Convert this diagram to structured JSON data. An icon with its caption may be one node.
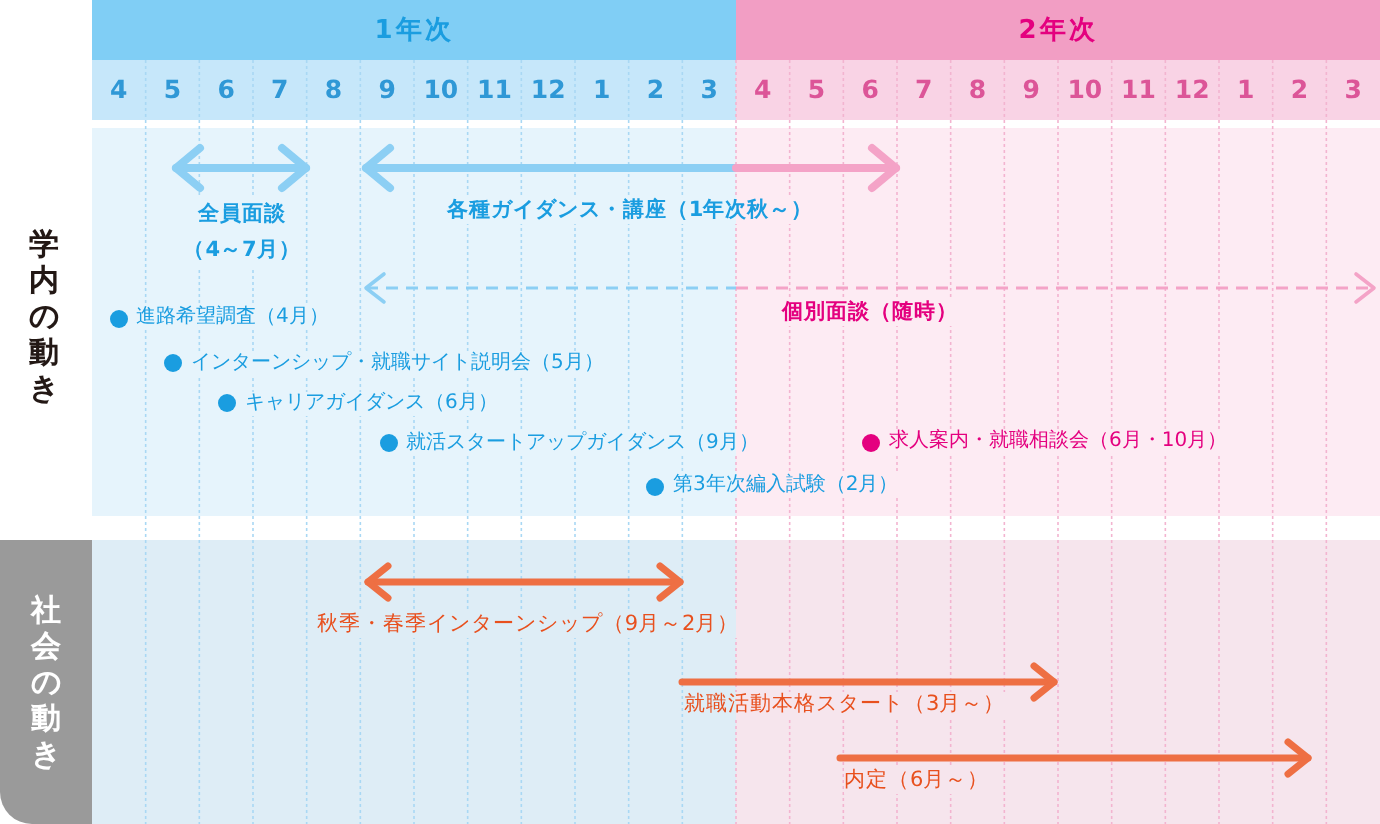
{
  "diagram": {
    "nodes": [
      {
        "text": [
          "1年次"
        ]
      },
      {
        "text": [
          "2年次"
        ]
      },
      {
        "text": [
          "社会の動き"
        ]
      }
    ],
    "labels": [
      "4",
      "5",
      "6",
      "7",
      "8",
      "9",
      "10",
      "11",
      "12",
      "1",
      "2",
      "3",
      "4",
      "5",
      "6",
      "7",
      "8",
      "9",
      "10",
      "11",
      "12",
      "1",
      "2",
      "3",
      "学内の動き",
      "全員面談（4～7月）",
      "各種ガイダンス・講座（1年次秋～）",
      "進路希望調査（4月）",
      "個別面談（随時）",
      "インターンシップ・就職サイト説明会（5月）",
      "キャリアガイダンス（6月）",
      "就活スタートアップガイダンス（9月）",
      "求人案内・就職相談会（6月・10月）",
      "第3年次編入試験（2月）",
      "秋季・春季インターンシップ（9月～2月）",
      "就職活動本格スタート（3月～）",
      "内定（6月～）"
    ]
  }
}
